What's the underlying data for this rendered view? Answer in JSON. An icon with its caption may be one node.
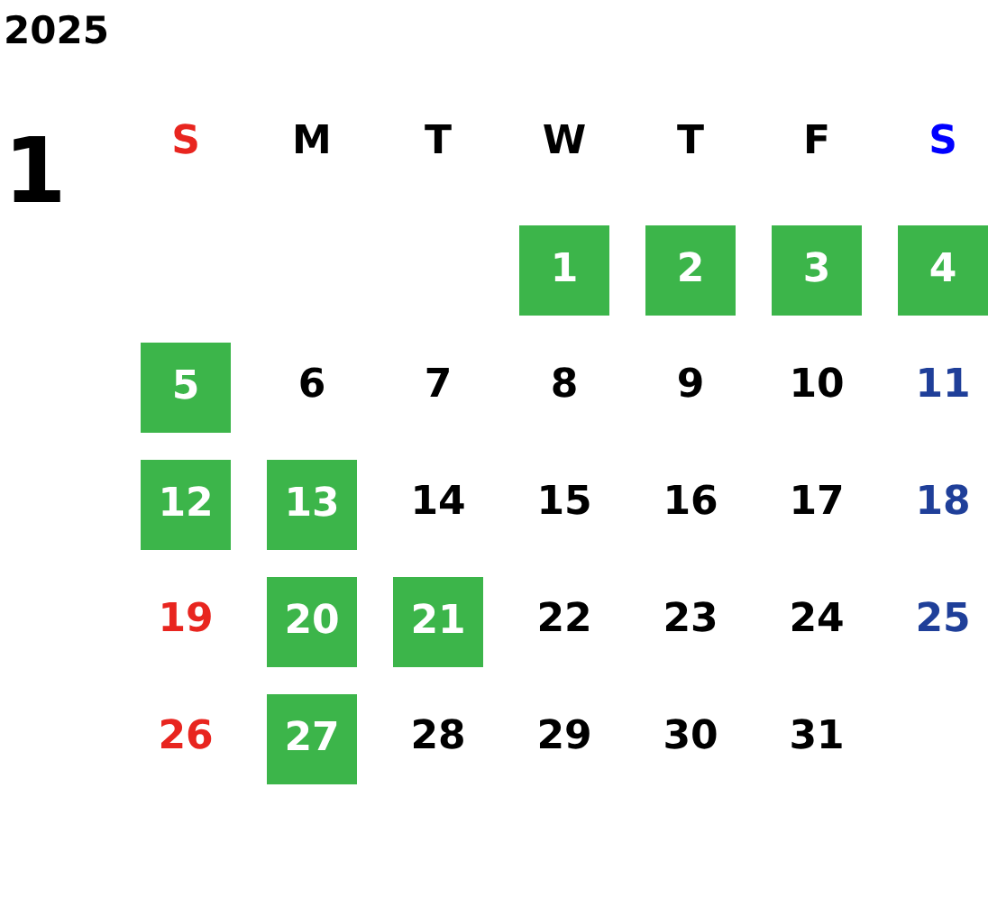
{
  "diagram": {
    "title": "2025",
    "nodes": [
      {
        "text": [
          "1"
        ]
      },
      {
        "text": [
          "2"
        ]
      },
      {
        "text": [
          "3"
        ]
      },
      {
        "text": [
          "4"
        ]
      },
      {
        "text": [
          "5"
        ]
      },
      {
        "text": [
          "12"
        ]
      },
      {
        "text": [
          "13"
        ]
      },
      {
        "text": [
          "20"
        ]
      },
      {
        "text": [
          "21"
        ]
      },
      {
        "text": [
          "27"
        ]
      }
    ],
    "labels": [
      "1",
      "S",
      "M",
      "T",
      "W",
      "T",
      "F",
      "S",
      "6",
      "7",
      "8",
      "9",
      "10",
      "11",
      "14",
      "15",
      "16",
      "17",
      "18",
      "19",
      "22",
      "23",
      "24",
      "25",
      "26",
      "28",
      "29",
      "30",
      "31"
    ]
  }
}
